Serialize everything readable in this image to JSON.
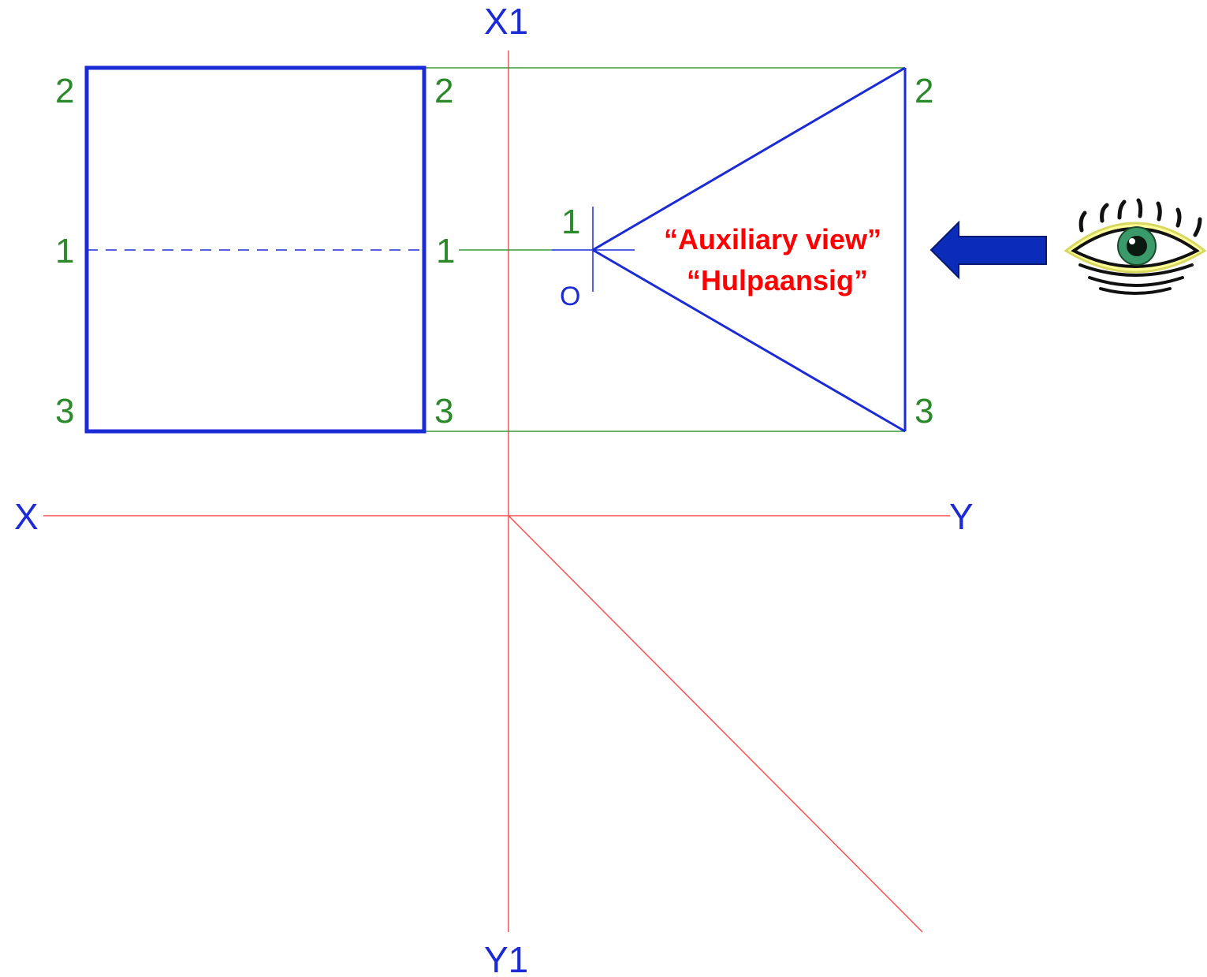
{
  "axes": {
    "x_left": "X",
    "y_right": "Y",
    "x1_top": "X1",
    "y1_bottom": "Y1"
  },
  "front_view_labels": {
    "left_top": "2",
    "left_mid": "1",
    "left_bottom": "3",
    "right_top": "2",
    "right_mid": "1",
    "right_bottom": "3"
  },
  "auxiliary_view_labels": {
    "apex_point": "1",
    "origin_mark": "O",
    "right_top": "2",
    "right_bottom": "3"
  },
  "caption": {
    "line1": "“Auxiliary view”",
    "line2": "“Hulpaansig”"
  },
  "colors": {
    "reference_lines": "#ff4040",
    "object_outline": "#1b2bd6",
    "projection_lines": "#2a8a2a",
    "caption": "#ff0000",
    "arrow": "#0a2cb8"
  },
  "icons": {
    "viewing_arrow": "left-arrow-icon",
    "viewer": "eye-icon"
  }
}
